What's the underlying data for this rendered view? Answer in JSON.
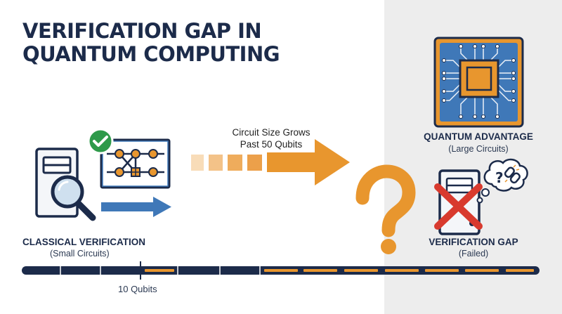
{
  "title": {
    "line1": "VERIFICATION GAP IN",
    "line2": "QUANTUM COMPUTING"
  },
  "classical": {
    "label": "CLASSICAL VERIFICATION",
    "sublabel": "(Small Circuits)"
  },
  "growth": {
    "line1": "Circuit Size Grows",
    "line2": "Past 50 Qubits"
  },
  "advantage": {
    "label": "QUANTUM ADVANTAGE",
    "sublabel": "(Large Circuits)"
  },
  "gap": {
    "label": "VERIFICATION GAP",
    "sublabel": "(Failed)"
  },
  "timeline": {
    "marker_label": "10 Qubits"
  },
  "colors": {
    "navy": "#1c2b4a",
    "orange": "#e8962e",
    "blue": "#3f78b8",
    "green": "#2e9a4a",
    "red": "#d83a2e",
    "panel": "#ededed"
  }
}
